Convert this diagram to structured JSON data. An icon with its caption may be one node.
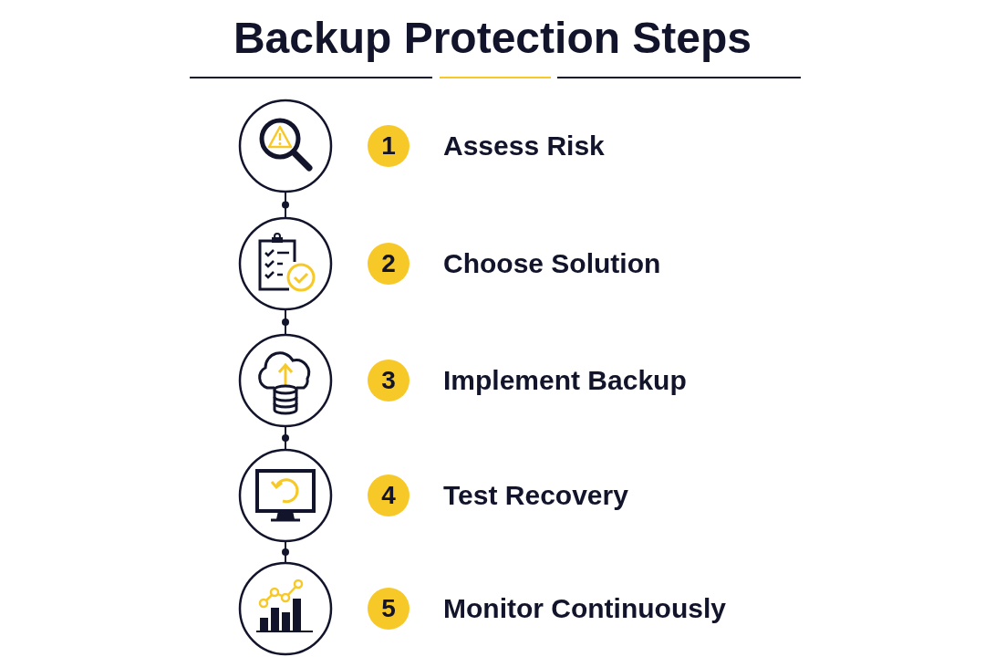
{
  "diagram": {
    "title": "Backup Protection Steps",
    "nodes": [
      {
        "text": [],
        "shape": "circle"
      },
      {
        "text": [],
        "shape": "circle"
      },
      {
        "text": [],
        "shape": "circle"
      },
      {
        "text": [],
        "shape": "circle"
      },
      {
        "text": [],
        "shape": "circle"
      }
    ],
    "edges": [
      {
        "from": 0,
        "to": 1,
        "arrow": "none"
      },
      {
        "from": 1,
        "to": 2,
        "arrow": "none"
      },
      {
        "from": 2,
        "to": 3,
        "arrow": "none"
      },
      {
        "from": 3,
        "to": 4,
        "arrow": "none"
      }
    ],
    "labels": [
      "1",
      "Assess Risk",
      "2",
      "Choose Solution",
      "3",
      "Implement Backup",
      "4",
      "Test Recovery",
      "5",
      "Monitor Continuously"
    ]
  }
}
